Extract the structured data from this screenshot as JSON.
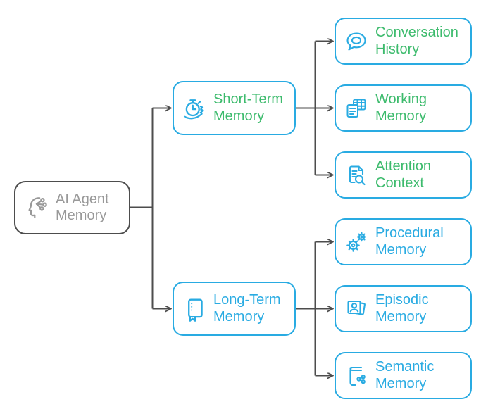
{
  "colors": {
    "cyan": "#29ABE2",
    "green": "#3DBB6D",
    "gray-text": "#999999",
    "gray-line": "#4D4D4D",
    "background": "#FFFFFF"
  },
  "nodes": {
    "root": {
      "label": "AI Agent Memory",
      "icon": "ai-head-circuit-icon"
    },
    "short_term": {
      "label": "Short-Term Memory",
      "icon": "hand-stopwatch-icon"
    },
    "long_term": {
      "label": "Long-Term Memory",
      "icon": "notebook-icon"
    },
    "conversation_history": {
      "label": "Conversation History",
      "icon": "speech-bubble-icon"
    },
    "working_memory": {
      "label": "Working Memory",
      "icon": "stacked-notes-grid-icon"
    },
    "attention_context": {
      "label": "Attention Context",
      "icon": "document-magnifier-icon"
    },
    "procedural_memory": {
      "label": "Procedural Memory",
      "icon": "gears-icon"
    },
    "episodic_memory": {
      "label": "Episodic Memory",
      "icon": "photo-stack-person-icon"
    },
    "semantic_memory": {
      "label": "Semantic Memory",
      "icon": "book-network-icon"
    }
  },
  "edges": [
    {
      "from": "root",
      "to": "short_term"
    },
    {
      "from": "root",
      "to": "long_term"
    },
    {
      "from": "short_term",
      "to": "conversation_history"
    },
    {
      "from": "short_term",
      "to": "working_memory"
    },
    {
      "from": "short_term",
      "to": "attention_context"
    },
    {
      "from": "long_term",
      "to": "procedural_memory"
    },
    {
      "from": "long_term",
      "to": "episodic_memory"
    },
    {
      "from": "long_term",
      "to": "semantic_memory"
    }
  ]
}
